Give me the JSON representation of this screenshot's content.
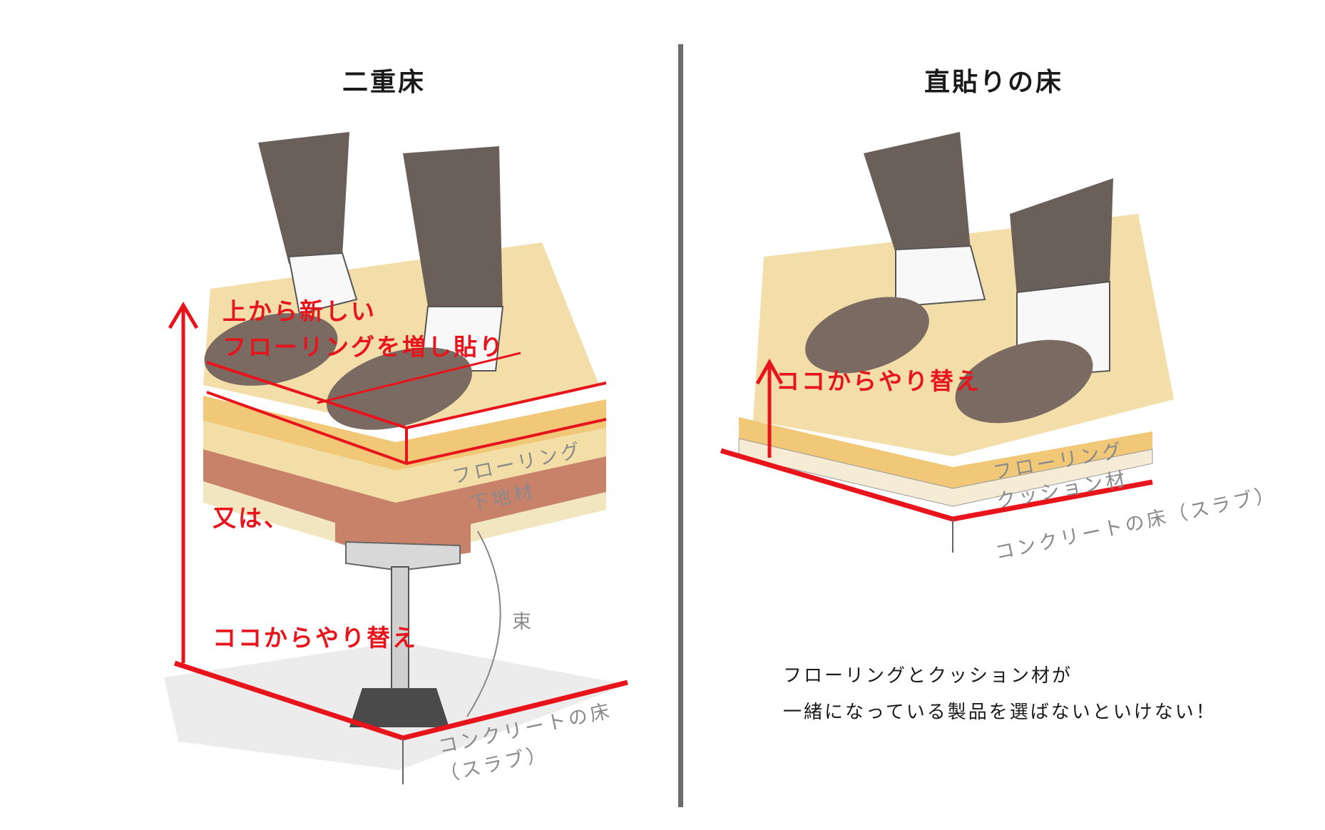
{
  "colors": {
    "accent_red": "#e8141c",
    "divider": "#6b6b6b",
    "wood": "#f1d79a",
    "plywood": "#c9826a",
    "pants": "#6b5f5a",
    "slipper": "#7a6a62",
    "label_gray": "#8a8a8a"
  },
  "left": {
    "title": "二重床",
    "red_label_1_line1": "上から新しい",
    "red_label_1_line2": "フローリングを増し貼り",
    "red_label_or": "又は、",
    "red_label_2": "ココからやり替え",
    "label_flooring": "フローリング",
    "label_subfloor": "下地材",
    "label_post": "束",
    "label_slab_line1": "コンクリートの床",
    "label_slab_line2": "（スラブ）"
  },
  "right": {
    "title": "直貼りの床",
    "red_label": "ココからやり替え",
    "label_flooring": "フローリング",
    "label_cushion": "クッション材",
    "label_slab": "コンクリートの床（スラブ）",
    "note_line1": "フローリングとクッション材が",
    "note_line2": "一緒になっている製品を選ばないといけない！"
  }
}
